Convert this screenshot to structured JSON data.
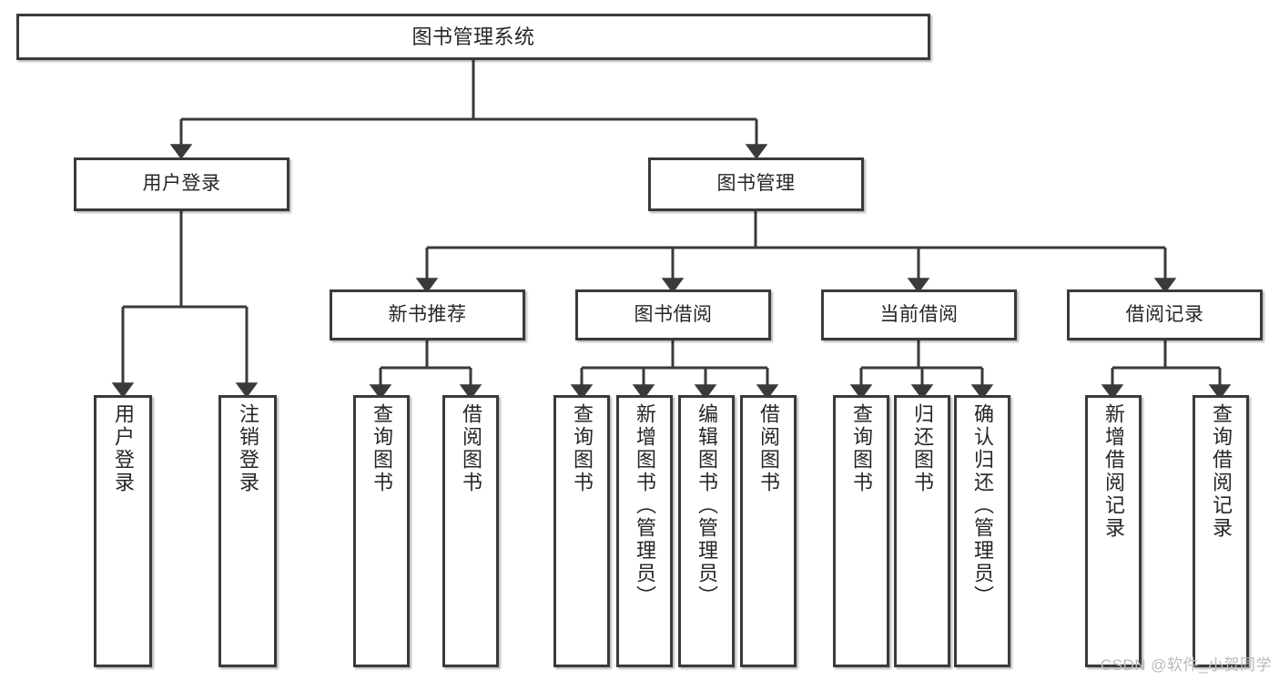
{
  "diagram": {
    "type": "tree-hierarchy",
    "title": "图书管理系统",
    "background": "#ffffff",
    "border_color": "#3a3a3a",
    "watermark": "CSDN @软件_小贺同学",
    "nodes": {
      "root": {
        "label": "图书管理系统"
      },
      "level1": [
        {
          "label": "用户登录"
        },
        {
          "label": "图书管理"
        }
      ],
      "level2": [
        {
          "label": "新书推荐"
        },
        {
          "label": "图书借阅"
        },
        {
          "label": "当前借阅"
        },
        {
          "label": "借阅记录"
        }
      ],
      "leaves_user_login": [
        {
          "label": "用户登录"
        },
        {
          "label": "注销登录"
        }
      ],
      "leaves_new_book": [
        {
          "label": "查询图书"
        },
        {
          "label": "借阅图书"
        }
      ],
      "leaves_borrow": [
        {
          "label": "查询图书"
        },
        {
          "label": "新增图书（管理员）"
        },
        {
          "label": "编辑图书（管理员）"
        },
        {
          "label": "借阅图书"
        }
      ],
      "leaves_current": [
        {
          "label": "查询图书"
        },
        {
          "label": "归还图书"
        },
        {
          "label": "确认归还（管理员）"
        }
      ],
      "leaves_records": [
        {
          "label": "新增借阅记录"
        },
        {
          "label": "查询借阅记录"
        }
      ]
    }
  }
}
